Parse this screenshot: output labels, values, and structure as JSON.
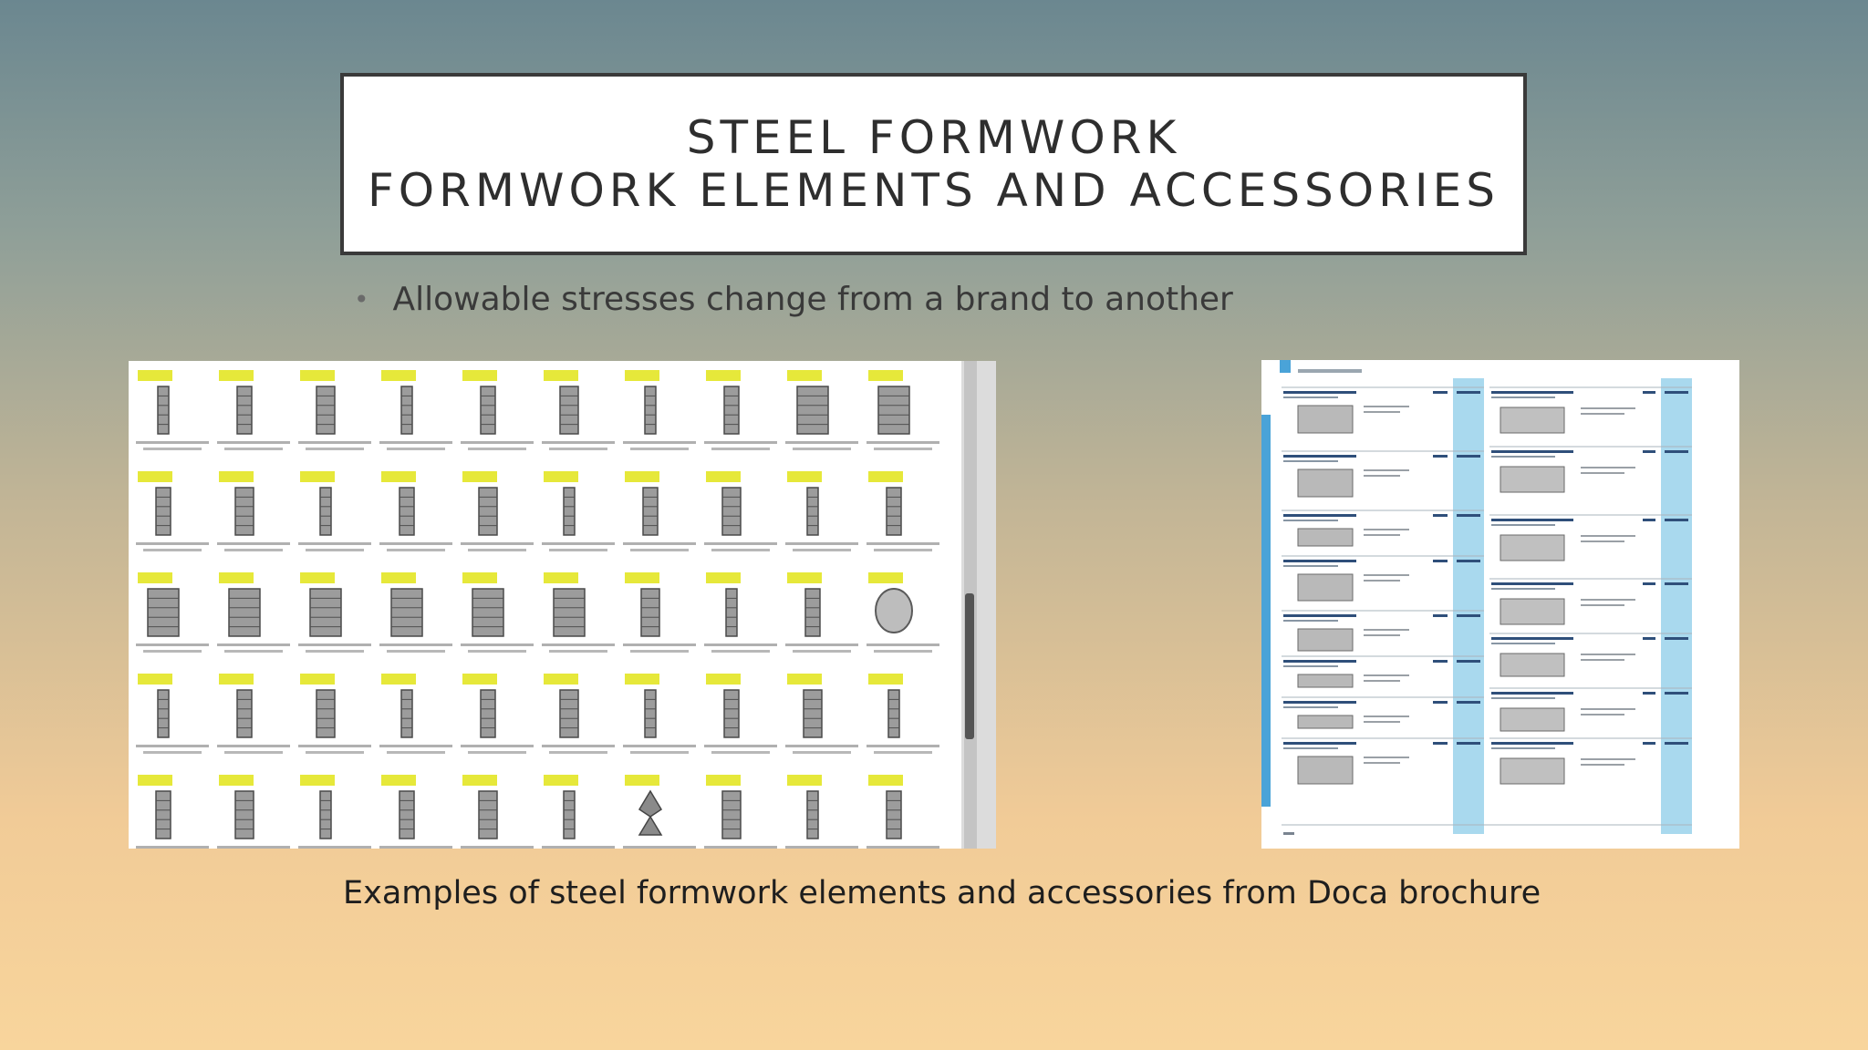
{
  "slide": {
    "title_line1": "STEEL FORMWORK",
    "title_line2": "FORMWORK ELEMENTS AND ACCESSORIES",
    "bullet": "Allowable stresses change from a brand to another",
    "caption": "Examples of steel formwork elements and accessories from Doca brochure"
  },
  "colors": {
    "accent_yellow": "#e6e83a",
    "brochure_blue": "#a9d9ee",
    "brochure_side": "#4aa3d8"
  },
  "images": {
    "left": {
      "icon": "formwork-catalog-screenshot"
    },
    "right": {
      "icon": "doka-brochure-page"
    }
  }
}
